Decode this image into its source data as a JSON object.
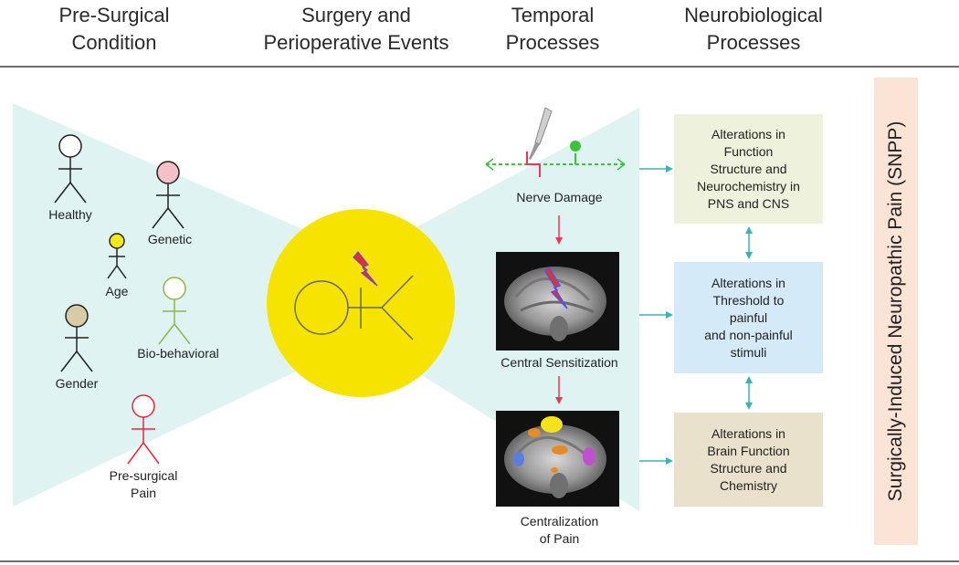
{
  "headers": {
    "pre_surgical": [
      "Pre-Surgical",
      "Condition"
    ],
    "surgery": [
      "Surgery and",
      "Perioperative Events"
    ],
    "temporal": [
      "Temporal",
      "Processes"
    ],
    "neurobiological": [
      "Neurobiological",
      "Processes"
    ]
  },
  "figures": {
    "healthy": "Healthy",
    "genetic": "Genetic",
    "age": "Age",
    "gender": "Gender",
    "bio_behavioral": "Bio-behavioral",
    "pre_surgical_pain": [
      "Pre-surgical",
      "Pain"
    ]
  },
  "temporal": {
    "nerve_damage": "Nerve Damage",
    "central_sensitization": "Central Sensitization",
    "centralization": [
      "Centralization",
      "of Pain"
    ]
  },
  "boxes": {
    "box1": [
      "Alterations in",
      "Function",
      "Structure and",
      "Neurochemistry in",
      "PNS and CNS"
    ],
    "box2": [
      "Alterations in",
      "Threshold to",
      "painful",
      "and non-painful",
      "stimuli"
    ],
    "box3": [
      "Alterations in",
      "Brain Function",
      "Structure and",
      "Chemistry"
    ]
  },
  "side_label": "Surgically-Induced Neuropathic Pain (SNPP)",
  "colors": {
    "funnel": "#dff3f3",
    "circle": "#f7e300",
    "box1": "#eef2dd",
    "box2": "#d5eaf8",
    "box3": "#e9e1cb",
    "side": "#fbe3d5",
    "arrow_red": "#e8385a",
    "arrow_teal": "#3bb3b3"
  }
}
